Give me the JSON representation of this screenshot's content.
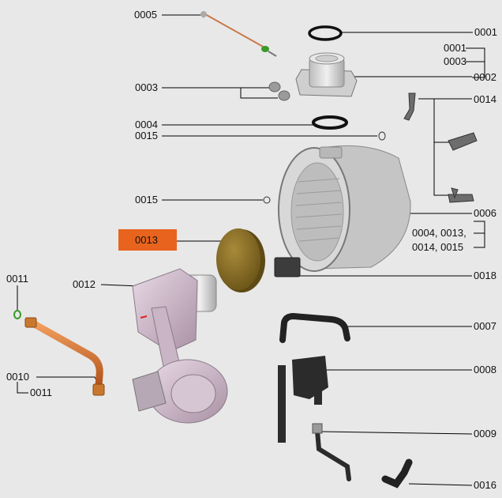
{
  "labels": {
    "p0005": "0005",
    "p0001": "0001",
    "p0001b": "0001",
    "p0003b": "0003",
    "p0002": "0002",
    "p0003": "0003",
    "p0014": "0014",
    "p0004": "0004",
    "p0015a": "0015",
    "p0015b": "0015",
    "p0006": "0006",
    "p0013": "0013",
    "grp1": "0004, 0013,",
    "grp2": "0014, 0015",
    "p0011a": "0011",
    "p0012": "0012",
    "p0018": "0018",
    "p0007": "0007",
    "p0008": "0008",
    "p0010": "0010",
    "p0011b": "0011",
    "p0009": "0009",
    "p0016": "0016"
  },
  "highlight": {
    "part": "0013",
    "color": "#e8641e"
  }
}
